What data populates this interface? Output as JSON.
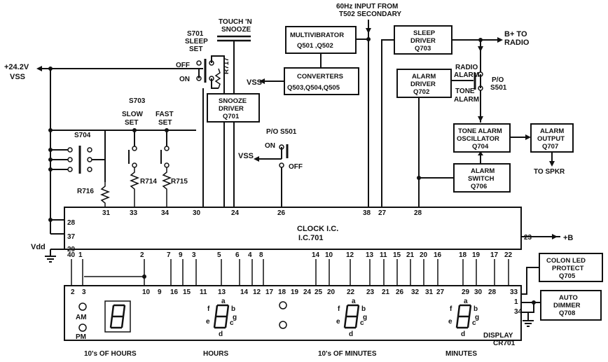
{
  "input": {
    "line1": "60Hz INPUT FROM",
    "line2": "T502 SECONDARY"
  },
  "supply": {
    "voltage": "+24.2V",
    "name": "VSS"
  },
  "touch": {
    "line1": "TOUCH 'N",
    "line2": "SNOOZE"
  },
  "s701": {
    "name": "S701",
    "line2": "SLEEP",
    "line3": "SET",
    "off": "OFF",
    "on": "ON"
  },
  "r717": "R717",
  "snooze": {
    "line1": "SNOOZE",
    "line2": "DRIVER",
    "line3": "Q701"
  },
  "multivibrator": {
    "line1": "MULTIVIBRATOR",
    "line2": "Q501 ,Q502"
  },
  "converters": {
    "line1": "CONVERTERS",
    "line2": "Q503,Q504,Q505"
  },
  "vss_conv": "VSS",
  "sleep_driver": {
    "line1": "SLEEP",
    "line2": "DRIVER",
    "line3": "Q703"
  },
  "bplus": {
    "line1": "B+ TO",
    "line2": "RADIO"
  },
  "alarm_driver": {
    "line1": "ALARM",
    "line2": "DRIVER",
    "line3": "Q702"
  },
  "radio_alarm": {
    "line1": "RADIO",
    "line2": "ALARM"
  },
  "tone_alarm": {
    "line1": "TONE",
    "line2": "ALARM"
  },
  "ps501_top": {
    "line1": "P/O",
    "line2": "S501"
  },
  "tone_osc": {
    "line1": "TONE ALARM",
    "line2": "OSCILLATOR",
    "line3": "Q704"
  },
  "alarm_output": {
    "line1": "ALARM",
    "line2": "OUTPUT",
    "line3": "Q707"
  },
  "to_spkr": "TO SPKR",
  "alarm_switch": {
    "line1": "ALARM",
    "line2": "SWITCH",
    "line3": "Q706"
  },
  "ps501_mid": {
    "title": "P/O S501",
    "on": "ON",
    "off": "OFF",
    "vss": "VSS"
  },
  "s703": {
    "name": "S703",
    "slow1": "SLOW",
    "slow2": "SET",
    "fast1": "FAST",
    "fast2": "SET"
  },
  "s704": "S704",
  "r714": "R714",
  "r715": "R715",
  "r716": "R716",
  "clock": {
    "line1": "CLOCK I.C.",
    "line2": "I.C.701"
  },
  "vdd": "Vdd",
  "bplus_out": "+B",
  "colon": {
    "line1": "COLON LED",
    "line2": "PROTECT",
    "line3": "Q705"
  },
  "auto_dimmer": {
    "line1": "AUTO",
    "line2": "DIMMER",
    "line3": "Q708"
  },
  "display": {
    "line1": "DISPLAY",
    "line2": "CR701"
  },
  "am": "AM",
  "pm": "PM",
  "captions": {
    "tens_hours": "10's OF HOURS",
    "hours": "HOURS",
    "tens_minutes": "10's OF MINUTES",
    "minutes": "MINUTES"
  },
  "ic_top_pins": [
    "31",
    "33",
    "34",
    "30",
    "24",
    "26",
    "38",
    "27",
    "28"
  ],
  "ic_left_pins": [
    "28",
    "37",
    "29"
  ],
  "ic_right_pin": "23",
  "ic_bottom_pins": [
    "40",
    "1",
    "2",
    "7",
    "9",
    "3",
    "5",
    "6",
    "4",
    "8",
    "14",
    "10",
    "12",
    "13",
    "11",
    "15",
    "21",
    "20",
    "16",
    "18",
    "19",
    "17",
    "22"
  ],
  "disp_top_pins": [
    "2",
    "3",
    "10",
    "9",
    "16",
    "15",
    "11",
    "13",
    "14",
    "12",
    "17",
    "18",
    "19",
    "24",
    "25",
    "20",
    "22",
    "23",
    "21",
    "26",
    "32",
    "31",
    "27",
    "29",
    "30",
    "28",
    "33"
  ],
  "disp_right_pins": [
    "1",
    "34"
  ],
  "seg_letters": [
    "a",
    "b",
    "c",
    "d",
    "e",
    "f",
    "g"
  ]
}
